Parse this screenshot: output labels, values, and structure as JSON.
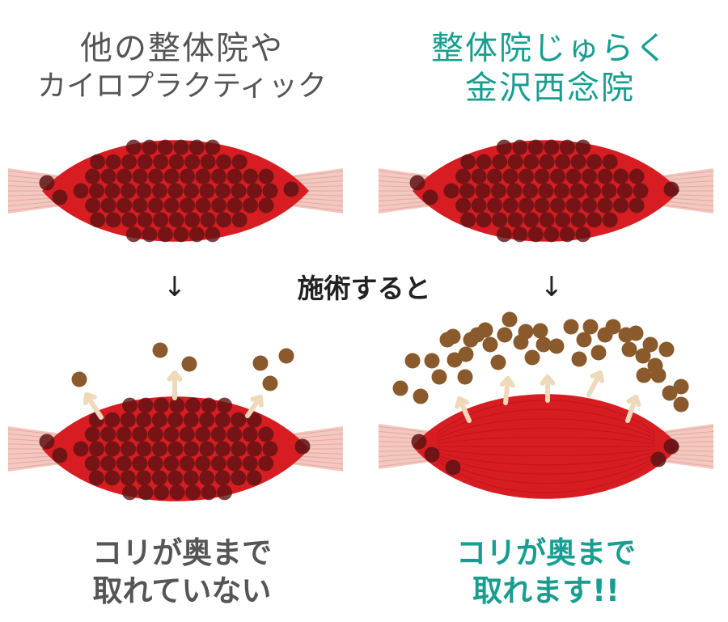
{
  "left_heading": {
    "line1": "他の整体院や",
    "line2": "カイロプラクティック"
  },
  "right_heading": {
    "line1": "整体院じゅらく",
    "line2": "金沢西念院"
  },
  "center_label": "施術すると",
  "arrow_glyph": "↓",
  "left_caption": {
    "line1": "コリが奥まで",
    "line2": "取れていない"
  },
  "right_caption": {
    "line1": "コリが奥まで",
    "line2": "取れます!!"
  },
  "colors": {
    "gray_text": "#555555",
    "teal_text": "#179e90",
    "muscle": "#d81d22",
    "muscle_dark": "#b8141a",
    "knot_in_muscle": "#5e1313",
    "knot_free": "#8a5a2c",
    "tendon": "#f2c8c0",
    "release_arrow": "#efd9bb"
  },
  "icons": [
    "muscle-with-knots",
    "tendon-fibers",
    "knot-dot",
    "release-arrow"
  ]
}
